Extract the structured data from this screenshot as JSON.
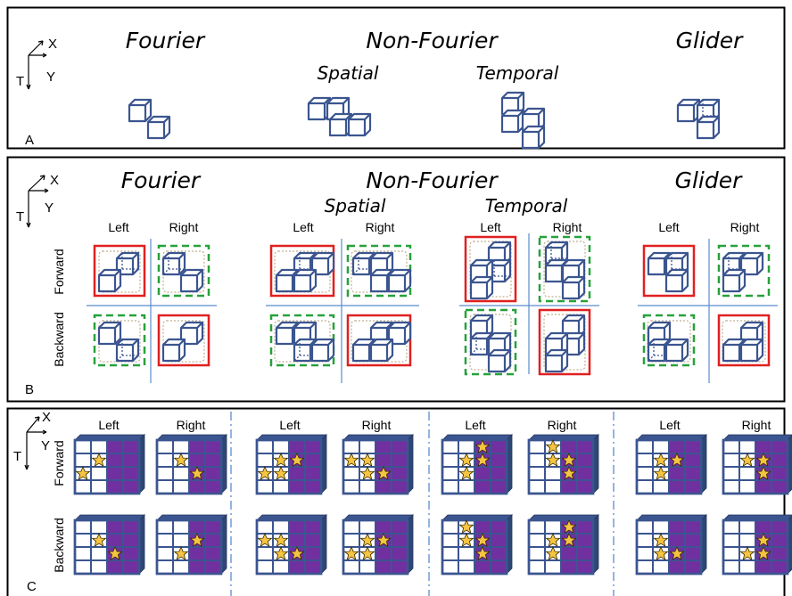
{
  "axes": {
    "x": "X",
    "y": "Y",
    "t": "T"
  },
  "panels": {
    "a": "A",
    "b": "B",
    "c": "C"
  },
  "titles": {
    "fourier": "Fourier",
    "nonfourier": "Non-Fourier",
    "glider": "Glider",
    "spatial": "Spatial",
    "temporal": "Temporal"
  },
  "directions": {
    "left": "Left",
    "right": "Right",
    "forward": "Forward",
    "backward": "Backward"
  },
  "colors": {
    "cube": "#3b5590",
    "preferred": "#e02020",
    "null": "#27a13a",
    "grid": "#4a78b0",
    "purple": "#7030a0",
    "star": "#f5c542",
    "divider": "#5a8ccf"
  },
  "icons": [
    "cube-motif-icon",
    "star-icon"
  ]
}
